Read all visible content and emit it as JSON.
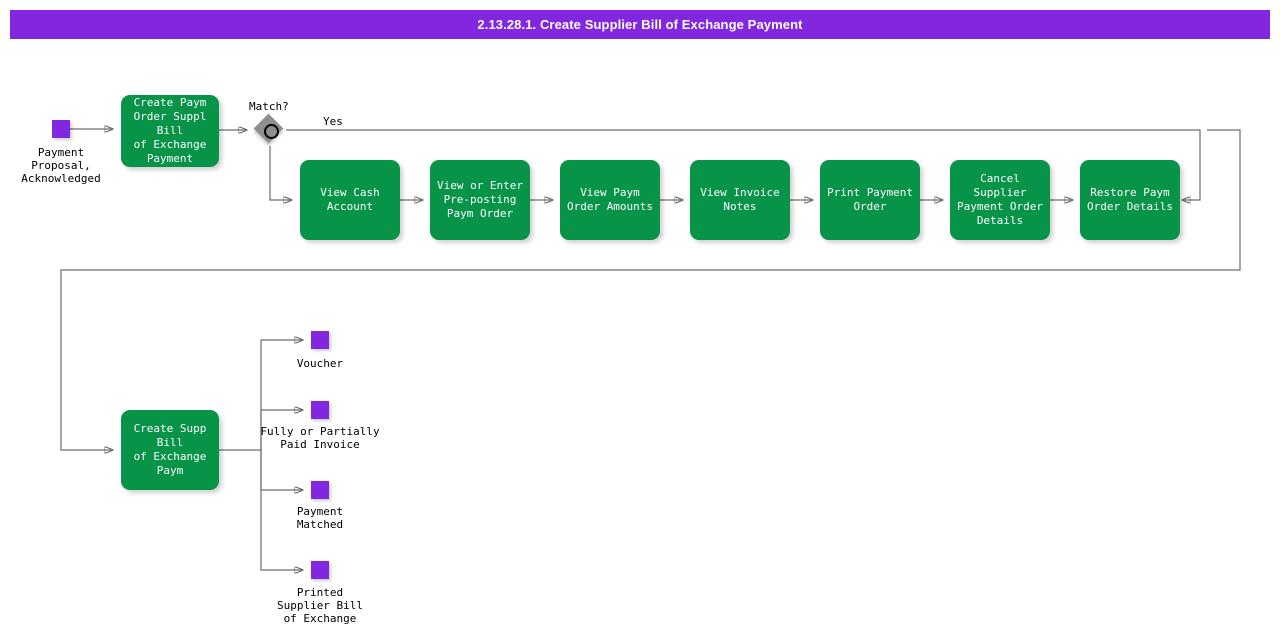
{
  "title": "2.13.28.1. Create Supplier Bill of Exchange Payment",
  "colors": {
    "title_bar": "#8226e0",
    "task": "#079348",
    "event": "#8226e0",
    "gateway": "#8f8f8f",
    "edge": "#6e6e6e",
    "task_text": "#ffffff",
    "label_text": "#000000",
    "background": "#ffffff"
  },
  "start_event": {
    "name": "start-event",
    "label": "Payment\nProposal,\nAcknowledged"
  },
  "gateway": {
    "name": "match-gateway",
    "label": "Match?",
    "yes_label": "Yes"
  },
  "tasks": [
    {
      "id": "create-paym-order",
      "label": "Create Paym\nOrder Suppl Bill\nof Exchange\nPayment"
    },
    {
      "id": "view-cash-account",
      "label": "View Cash\nAccount"
    },
    {
      "id": "view-or-enter-pre-posting",
      "label": "View or Enter\nPre-posting\nPaym Order"
    },
    {
      "id": "view-paym-order-amounts",
      "label": "View Paym\nOrder Amounts"
    },
    {
      "id": "view-invoice-notes",
      "label": "View Invoice\nNotes"
    },
    {
      "id": "print-payment-order",
      "label": "Print Payment\nOrder"
    },
    {
      "id": "cancel-supplier-payment-order-details",
      "label": "Cancel Supplier\nPayment Order\nDetails"
    },
    {
      "id": "restore-paym-order-details",
      "label": "Restore Paym\nOrder Details"
    },
    {
      "id": "create-supp-bill-of-exchange-paym",
      "label": "Create Supp Bill\nof Exchange\nPaym"
    }
  ],
  "end_events": [
    {
      "id": "voucher",
      "label": "Voucher"
    },
    {
      "id": "fully-or-partially-paid-invoice",
      "label": "Fully or Partially\nPaid Invoice"
    },
    {
      "id": "payment-matched",
      "label": "Payment\nMatched"
    },
    {
      "id": "printed-supplier-bill-of-exchange",
      "label": "Printed\nSupplier Bill\nof Exchange"
    }
  ]
}
